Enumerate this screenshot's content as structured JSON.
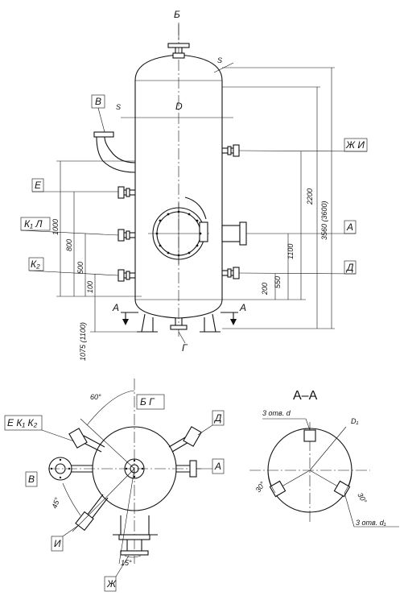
{
  "labels": {
    "B_top": "Б",
    "V": "В",
    "S": "S",
    "D": "D",
    "S_top": "S",
    "ZH_I": "Ж И",
    "E": "Е",
    "K1L": "К₁ Л",
    "A_right": "А",
    "K2": "К₂",
    "D_right": "Д",
    "G_bottom": "Г",
    "A_cut_left": "А",
    "A_cut_right": "А",
    "plan_BG": "Б Г",
    "plan_EKK": "Е К₁ К₂",
    "plan_D": "Д",
    "plan_A": "А",
    "plan_V": "В",
    "plan_I": "И",
    "plan_ZH": "Ж",
    "section_title": "А–А",
    "holes_d": "3 отв. d",
    "holes_d1": "3 отв. d₁",
    "D1": "D₁"
  },
  "dimensions": {
    "d1000": "1000",
    "d800": "800",
    "d500": "500",
    "d100": "100",
    "d1075": "1075  (1100)",
    "d2200": "2200",
    "d3560": "3560  (3600)",
    "d1100": "1100",
    "d550": "550",
    "d200": "200",
    "a60": "60°",
    "a45": "45°",
    "a15": "15°",
    "a30_left": "30°",
    "a30_right": "30°"
  }
}
